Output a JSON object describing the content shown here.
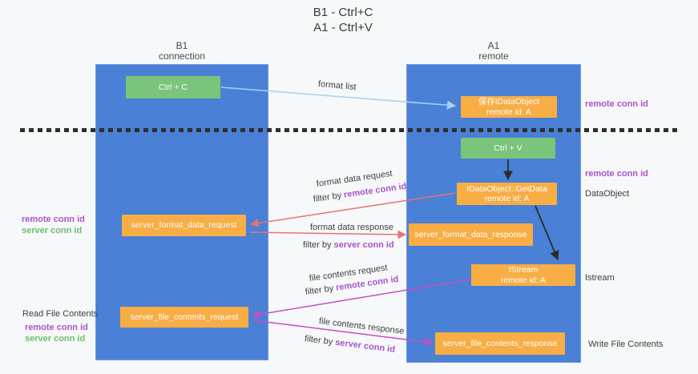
{
  "title": {
    "line1": "B1 - Ctrl+C",
    "line2": "A1 - Ctrl+V"
  },
  "lanes": {
    "left": {
      "title": "B1",
      "subtitle": "connection"
    },
    "right": {
      "title": "A1",
      "subtitle": "remote"
    }
  },
  "boxes": {
    "ctrl_c": {
      "label": "Ctrl + C"
    },
    "save_idataobject": {
      "line1": "保存IDataObject",
      "line2": "remote id: A"
    },
    "ctrl_v": {
      "label": "Ctrl + V"
    },
    "getdata": {
      "line1": "IDataObject::GetData",
      "line2": "remote id: A"
    },
    "server_format_data_request": {
      "label": "server_format_data_request"
    },
    "server_format_data_response": {
      "label": "server_format_data_response"
    },
    "istream": {
      "line1": "IStream",
      "line2": "remote id: A"
    },
    "server_file_contents_request": {
      "label": "server_file_contents_request"
    },
    "server_file_contents_response": {
      "label": "server_file_contents_response"
    }
  },
  "arrows": {
    "format_list": {
      "label": "format list"
    },
    "format_data_request": {
      "label": "format data request",
      "filter_prefix": "filter by ",
      "filter_key": "remote conn id"
    },
    "format_data_response": {
      "label": "format data response",
      "filter_prefix": "filter by ",
      "filter_key": "server conn id"
    },
    "file_contents_request": {
      "label": "file contents request",
      "filter_prefix": "filter by ",
      "filter_key": "remote conn id"
    },
    "file_contents_response": {
      "label": "file contents response",
      "filter_prefix": "filter by ",
      "filter_key": "server conn id"
    }
  },
  "side_labels": {
    "right_top_remote_conn_id": "remote conn id",
    "right_mid_remote_conn_id": "remote conn id",
    "data_object": "DataObject",
    "istream": "Istream",
    "write_file_contents": "Write File Contents",
    "left_remote_conn_id_1": "remote conn id",
    "left_server_conn_id_1": "server conn id",
    "read_file_contents": "Read File Contents",
    "left_remote_conn_id_2": "remote conn id",
    "left_server_conn_id_2": "server conn id"
  },
  "colors": {
    "lane_blue": "#4a80d5",
    "box_green": "#7ac47c",
    "box_orange": "#f9ad45",
    "arrow_light_blue": "#a8d2f0",
    "arrow_red": "#e57373",
    "arrow_magenta": "#c44fc4",
    "arrow_black": "#2b2b2b",
    "label_purple": "#a855cd",
    "label_green": "#6cbf6c",
    "text_dark": "#3c3c3c",
    "background": "#f7f8f9"
  }
}
